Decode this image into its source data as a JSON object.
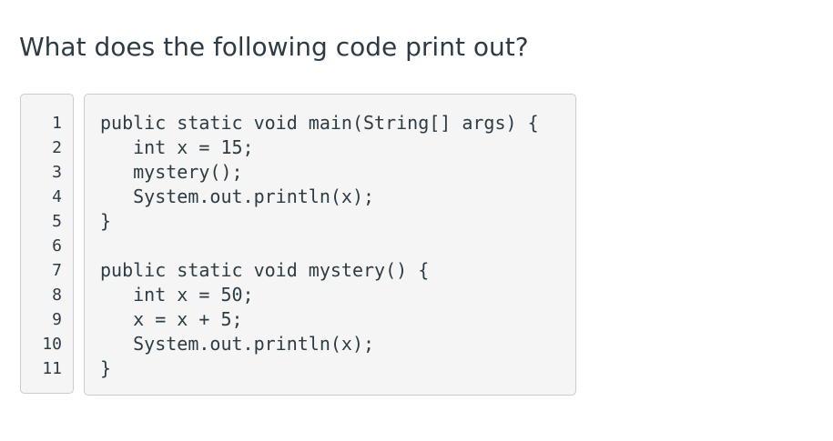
{
  "question": {
    "title": "What does the following code print out?"
  },
  "code": {
    "line_numbers": [
      "1",
      "2",
      "3",
      "4",
      "5",
      "6",
      "7",
      "8",
      "9",
      "10",
      "11"
    ],
    "lines": [
      "public static void main(String[] args) {",
      "   int x = 15;",
      "   mystery();",
      "   System.out.println(x);",
      "}",
      "",
      "public static void mystery() {",
      "   int x = 50;",
      "   x = x + 5;",
      "   System.out.println(x);",
      "}"
    ]
  }
}
